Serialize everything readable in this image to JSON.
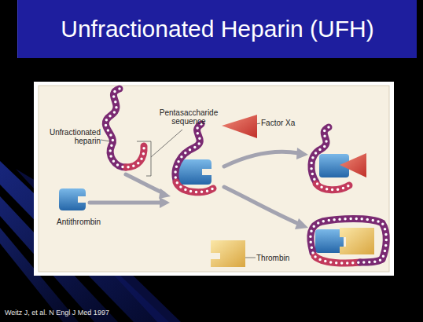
{
  "diagram": {
    "title": "Unfractionated Heparin (UFH)",
    "caption": "Weitz J, et al. N Engl J Med 1997",
    "labels": [
      "Pentasaccharide sequence",
      "Unfractionated heparin",
      "Antithrombin",
      "Factor Xa",
      "Thrombin"
    ]
  }
}
